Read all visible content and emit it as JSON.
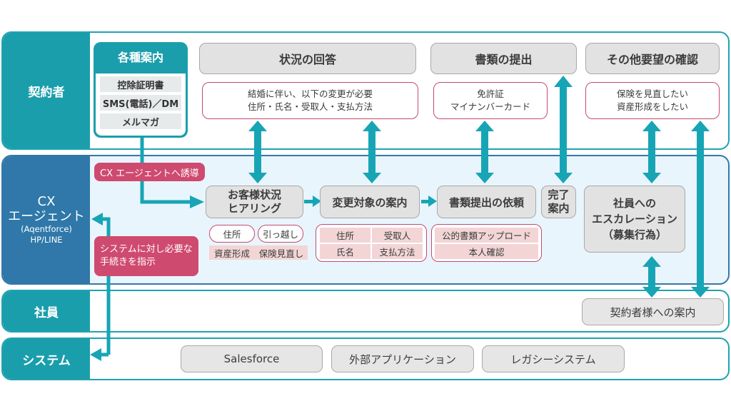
{
  "lanes": {
    "customer": "契約者",
    "cx_agent": {
      "title_line1": "CX",
      "title_line2": "エージェント",
      "sub_line1": "(Aqentforce)",
      "sub_line2": "HP/LINE"
    },
    "employee": "社員",
    "system": "システム"
  },
  "guidance": {
    "title": "各種案内",
    "items": [
      "控除証明書",
      "SMS(電話)／DM",
      "メルマガ"
    ]
  },
  "customer_steps": {
    "status_answer": {
      "title": "状況の回答",
      "detail_line1": "結婚に伴い、以下の変更が必要",
      "detail_line2": "住所・氏名・受取人・支払方法"
    },
    "document_submit": {
      "title": "書類の提出",
      "detail_line1": "免許証",
      "detail_line2": "マイナンバーカード"
    },
    "other_requests": {
      "title": "その他要望の確認",
      "detail_line1": "保険を見直したい",
      "detail_line2": "資産形成をしたい"
    }
  },
  "cx_labels": {
    "guide_to_cx": "CX エージェントへ誘導",
    "instruct_system_line1": "システムに対し必要な",
    "instruct_system_line2": "手続きを指示"
  },
  "cx_steps": {
    "hearing": {
      "title_line1": "お客様状況",
      "title_line2": "ヒアリング",
      "tags": [
        "住所",
        "引っ越し"
      ],
      "chips": [
        "資産形成",
        "保険見直し"
      ]
    },
    "change_targets": {
      "title": "変更対象の案内",
      "grid": [
        "住所",
        "受取人",
        "氏名",
        "支払方法"
      ]
    },
    "document_request": {
      "title": "書類提出の依頼",
      "items": [
        "公的書類アップロード",
        "本人確認"
      ]
    },
    "completion": {
      "title_line1": "完了",
      "title_line2": "案内"
    },
    "escalation": {
      "title_line1": "社員への",
      "title_line2": "エスカレーション",
      "title_line3": "（募集行為）"
    }
  },
  "employee_steps": {
    "guide_customer": "契約者様への案内"
  },
  "systems": [
    "Salesforce",
    "外部アプリケーション",
    "レガシーシステム"
  ],
  "colors": {
    "teal": "#1b9eac",
    "blue": "#2f78a9",
    "magenta": "#cf4a6f",
    "pink_chip": "#f3d5d5",
    "gray_box": "#e2e2e2",
    "cx_bg": "#e9f5fc"
  }
}
